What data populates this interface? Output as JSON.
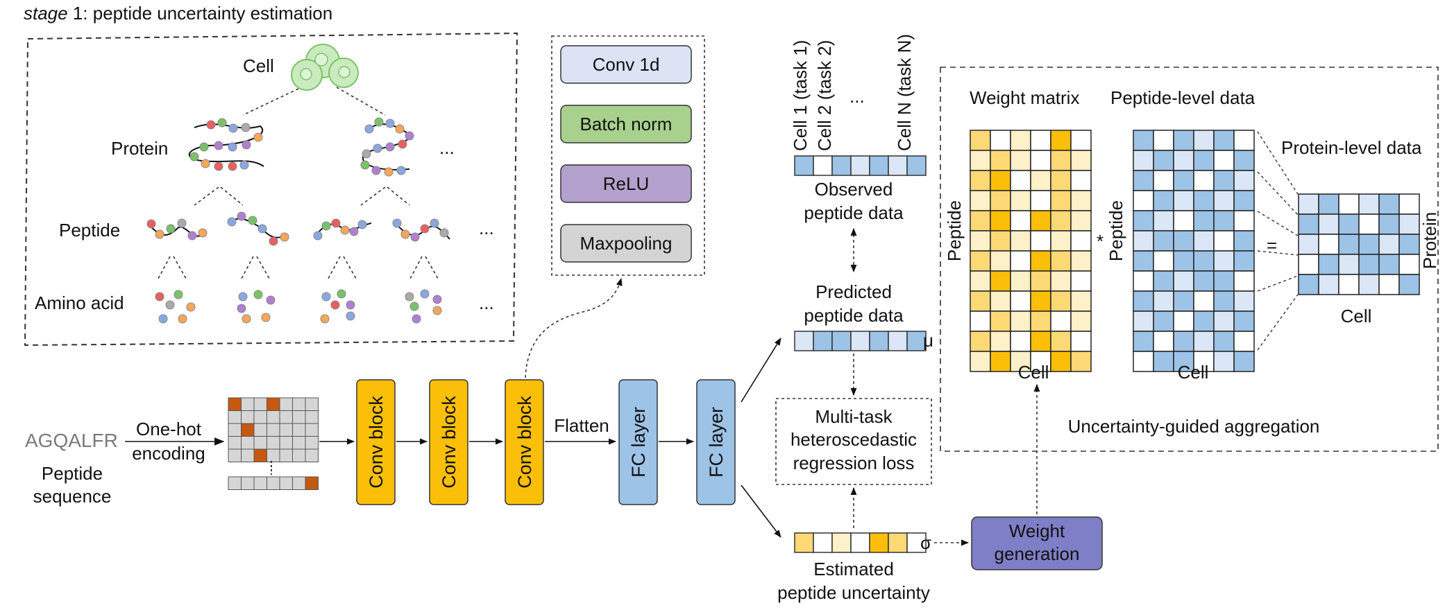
{
  "title": {
    "italic": "stage",
    "rest": " 1: peptide uncertainty estimation"
  },
  "hierarchy": {
    "cell": "Cell",
    "protein": "Protein",
    "peptide": "Peptide",
    "amino_acid": "Amino acid",
    "ellipsis": "..."
  },
  "conv_block_legend": {
    "items": [
      {
        "label": "Conv 1d",
        "color": "#dce3f5"
      },
      {
        "label": "Batch norm",
        "color": "#a8d18d"
      },
      {
        "label": "ReLU",
        "color": "#b4a0cc"
      },
      {
        "label": "Maxpooling",
        "color": "#d4d4d4"
      }
    ]
  },
  "input": {
    "sequence": "AGQALFR",
    "sequence_label_1": "Peptide",
    "sequence_label_2": "sequence",
    "encoding_label_1": "One-hot",
    "encoding_label_2": "encoding"
  },
  "network": {
    "conv_blocks": [
      "Conv block",
      "Conv block",
      "Conv block"
    ],
    "flatten": "Flatten",
    "fc_layers": [
      "FC layer",
      "FC layer"
    ]
  },
  "tasks": {
    "labels": [
      "Cell 1 (task 1)",
      "Cell 2 (task 2)",
      "...",
      "Cell N (task N)"
    ],
    "observed_1": "Observed",
    "observed_2": "peptide data",
    "predicted_1": "Predicted",
    "predicted_2": "peptide data",
    "mu": "μ",
    "loss_1": "Multi-task",
    "loss_2": "heteroscedastic",
    "loss_3": "regression loss",
    "sigma": "σ",
    "uncertainty_1": "Estimated",
    "uncertainty_2": "peptide uncertainty"
  },
  "weight_generation": {
    "line1": "Weight",
    "line2": "generation"
  },
  "aggregation": {
    "weight_matrix": "Weight matrix",
    "peptide_level": "Peptide-level data",
    "protein_level": "Protein-level data",
    "peptide_axis": "Peptide",
    "cell_axis": "Cell",
    "protein_axis": "Protein",
    "multiply": "*",
    "equals": "=",
    "caption": "Uncertainty-guided aggregation"
  },
  "colors": {
    "conv_block": "#fbbf0a",
    "fc_layer": "#9dc3e6",
    "weight_generation": "#7f7fc7",
    "onehot_active": "#c5590f",
    "onehot_inactive": "#d6d6d6",
    "blue_dark": "#9dc3e6",
    "blue_light": "#dbe7f6",
    "yellow_dark": "#fbbf0a",
    "yellow_mid": "#fdd976",
    "yellow_light": "#fef0c8"
  }
}
